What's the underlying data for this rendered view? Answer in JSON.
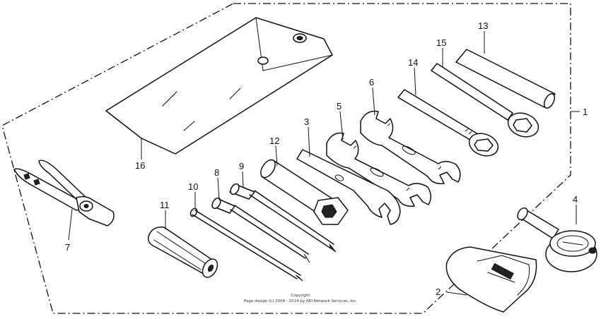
{
  "callouts": {
    "c1": "1",
    "c2": "2",
    "c3": "3",
    "c4": "4",
    "c5": "5",
    "c6": "6",
    "c7": "7",
    "c8": "8",
    "c9": "9",
    "c10": "10",
    "c11": "11",
    "c12": "12",
    "c13": "13",
    "c14": "14",
    "c15": "15",
    "c16": "16"
  },
  "copyright": {
    "line1": "Copyright",
    "line2": "Page design (c) 2004 - 2014 by ARI Network Services, Inc."
  }
}
